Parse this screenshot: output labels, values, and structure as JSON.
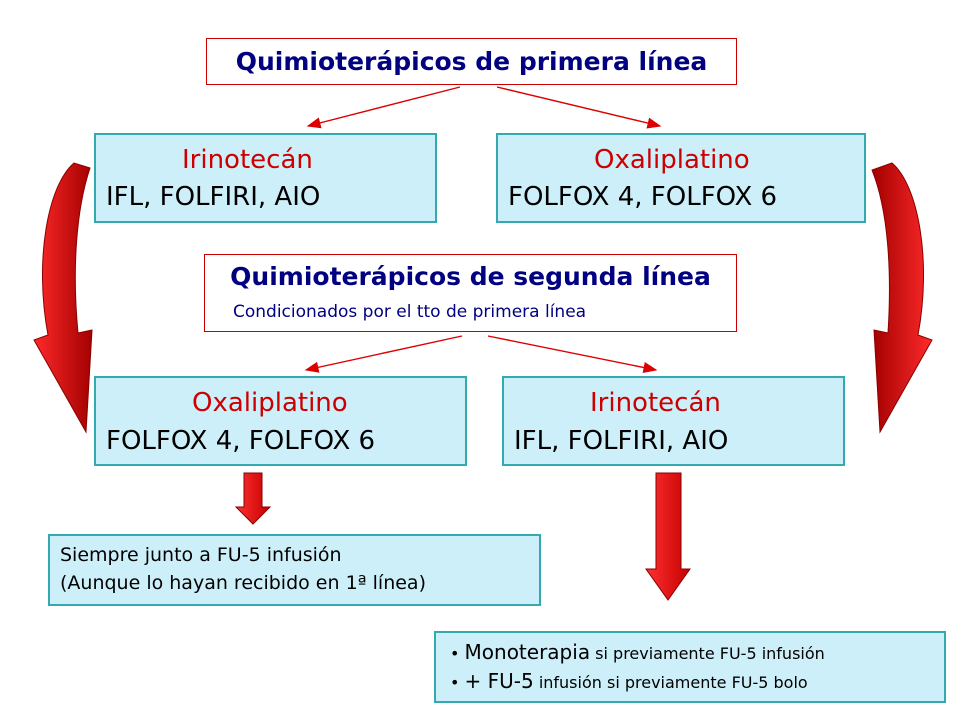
{
  "first_line": {
    "title": "Quimioterápicos de primera línea"
  },
  "first_line_left": {
    "drug": "Irinotecán",
    "regimens": "IFL, FOLFIRI, AIO"
  },
  "first_line_right": {
    "drug": "Oxaliplatino",
    "regimens": "FOLFOX 4, FOLFOX 6"
  },
  "second_line": {
    "title": "Quimioterápicos de segunda línea",
    "subtitle": "Condicionados por el tto de primera línea"
  },
  "second_line_left": {
    "drug": "Oxaliplatino",
    "regimens": "FOLFOX 4, FOLFOX 6"
  },
  "second_line_right": {
    "drug": "Irinotecán",
    "regimens": "IFL, FOLFIRI, AIO"
  },
  "note_left": {
    "line1": "Siempre junto a FU-5 infusión",
    "line2": "(Aunque lo hayan recibido en 1ª línea)"
  },
  "note_right": {
    "items": [
      {
        "lead": "Monoterapia",
        "rest": " si previamente FU-5 infusión"
      },
      {
        "lead": "+ FU-5",
        "rest": " infusión si previamente FU-5 bolo"
      }
    ]
  },
  "colors": {
    "box_fill": "#cdeff9",
    "box_border": "#33aab0",
    "title_text": "#000080",
    "drug_text": "#cc0000",
    "arrow": "#dd0000"
  }
}
